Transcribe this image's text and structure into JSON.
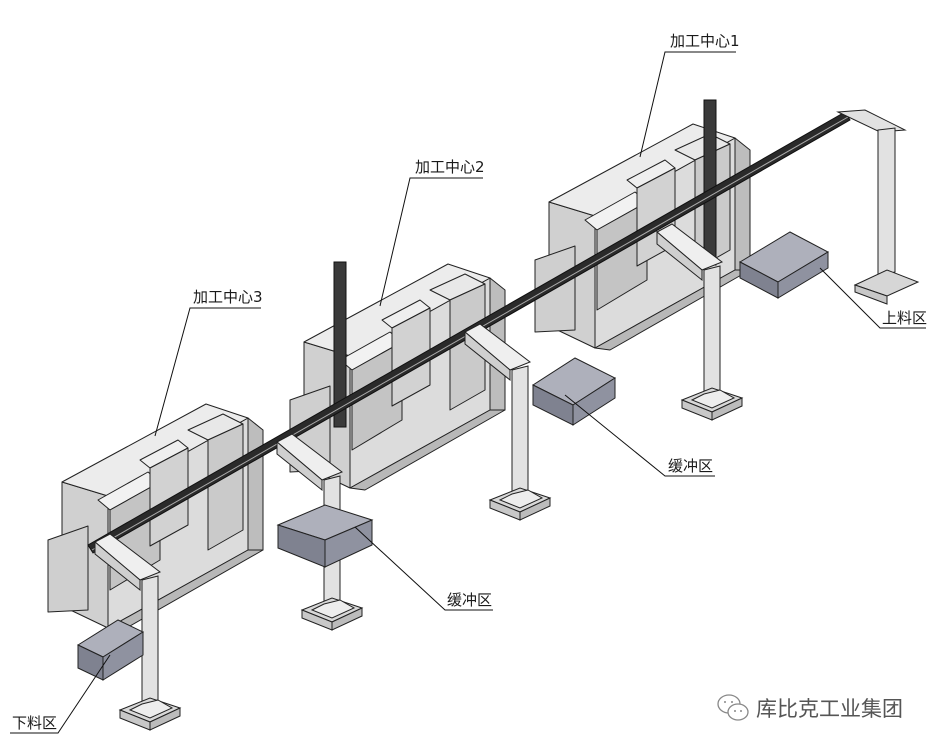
{
  "labels": {
    "machining_center_1": "加工中心1",
    "machining_center_2": "加工中心2",
    "machining_center_3": "加工中心3",
    "loading_zone": "上料区",
    "buffer_zone_1": "缓冲区",
    "buffer_zone_2": "缓冲区",
    "unloading_zone": "下料区"
  },
  "watermark": {
    "icon": "wechat-icon",
    "text": "库比克工业集团"
  },
  "colors": {
    "machine": "#d6d6d6",
    "box": "#8a8d99",
    "rail": "#2a2a2a",
    "line": "#111111"
  }
}
